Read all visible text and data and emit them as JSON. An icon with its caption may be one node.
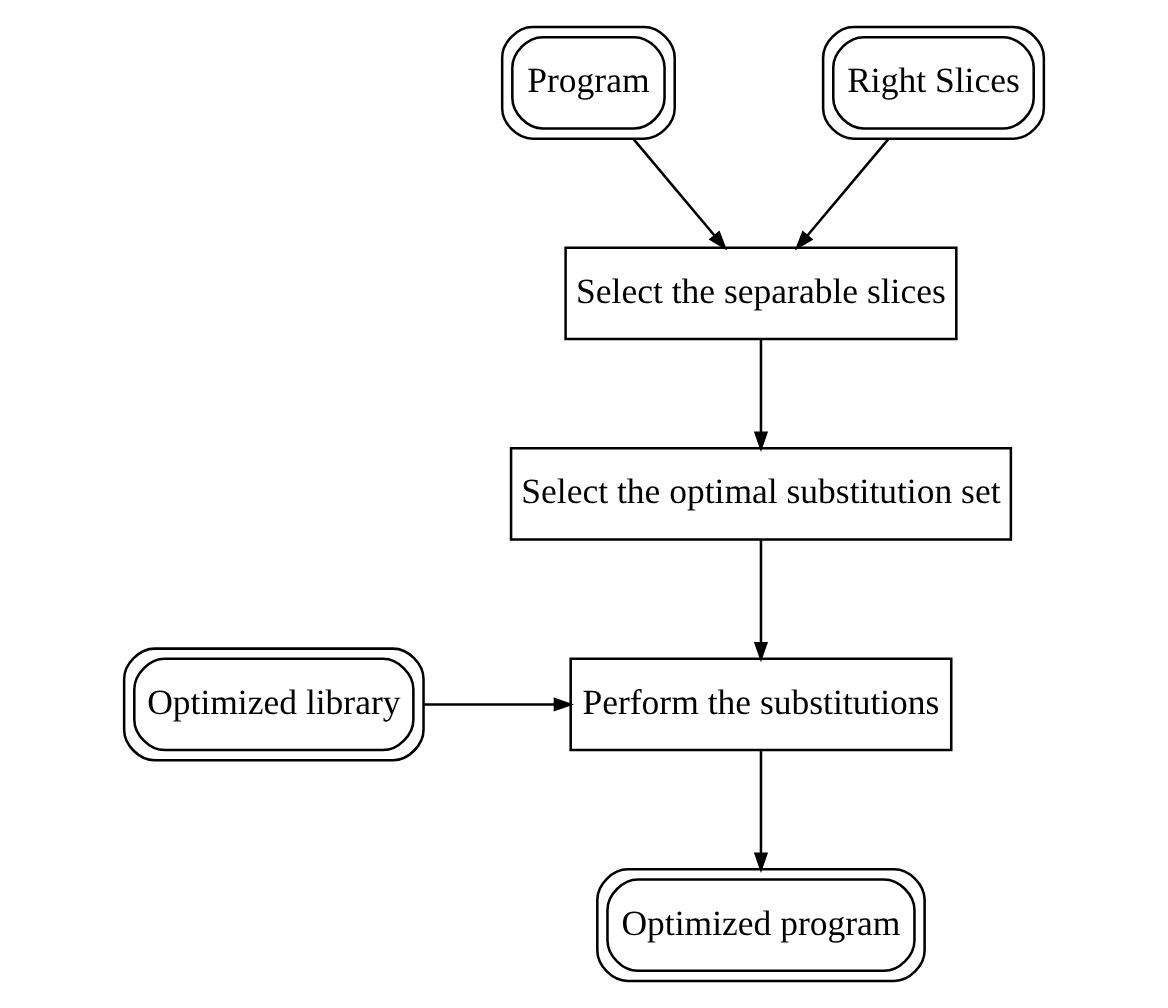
{
  "diagram": {
    "nodes": [
      {
        "text": [
          "Program"
        ]
      },
      {
        "text": [
          "Right Slices"
        ]
      },
      {
        "text": [
          "Select the separable slices"
        ]
      },
      {
        "text": [
          "Select the optimal substitution set"
        ]
      },
      {
        "text": [
          "Perform the substitutions"
        ]
      },
      {
        "text": [
          "Optimized library"
        ]
      },
      {
        "text": [
          "Optimized program"
        ]
      }
    ],
    "edges": [
      {
        "from": 0,
        "to": 2,
        "arrow": "to"
      },
      {
        "from": 1,
        "to": 2,
        "arrow": "to"
      },
      {
        "from": 2,
        "to": 3,
        "arrow": "to"
      },
      {
        "from": 3,
        "to": 4,
        "arrow": "to"
      },
      {
        "from": 5,
        "to": 4,
        "arrow": "to"
      },
      {
        "from": 4,
        "to": 6,
        "arrow": "to"
      }
    ]
  }
}
